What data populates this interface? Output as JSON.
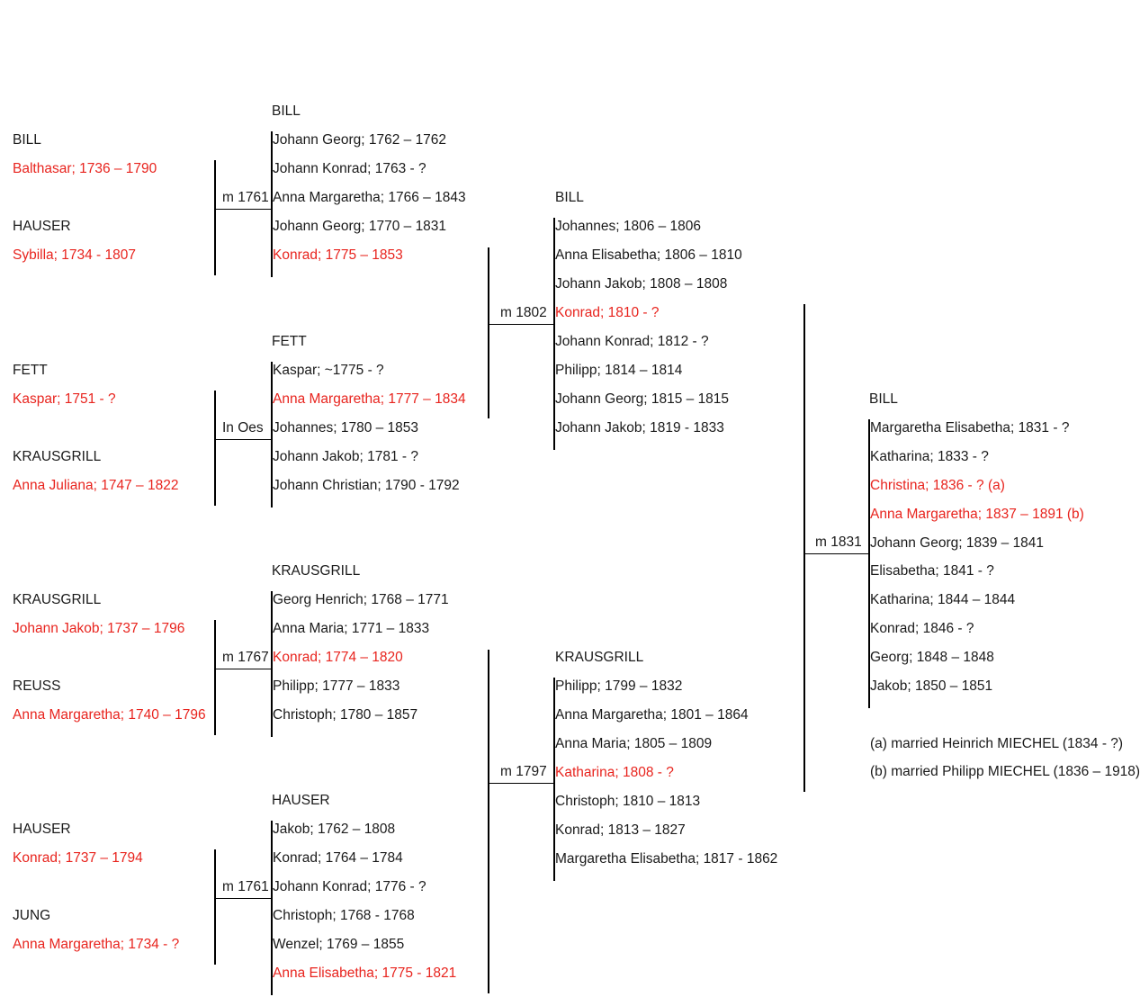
{
  "generation1": [
    {
      "father_family": "BILL",
      "father": "Balthasar; 1736 – 1790",
      "mother_family": "HAUSER",
      "mother": "Sybilla; 1734 - 1807",
      "marriage": "m 1761"
    },
    {
      "father_family": "FETT",
      "father": "Kaspar; 1751 - ?",
      "mother_family": "KRAUSGRILL",
      "mother": "Anna Juliana; 1747 – 1822",
      "marriage": "In Oes"
    },
    {
      "father_family": "KRAUSGRILL",
      "father": "Johann Jakob; 1737 – 1796",
      "mother_family": "REUSS",
      "mother": "Anna Margaretha; 1740 – 1796",
      "marriage": "m 1767"
    },
    {
      "father_family": "HAUSER",
      "father": "Konrad; 1737 – 1794",
      "mother_family": "JUNG",
      "mother": "Anna Margaretha; 1734 - ?",
      "marriage": "m 1761"
    }
  ],
  "generation2": [
    {
      "family": "BILL",
      "children": [
        "Johann Georg; 1762 – 1762",
        "Johann Konrad; 1763 - ?",
        "Anna Margaretha; 1766 – 1843",
        "Johann Georg; 1770 – 1831",
        "Konrad; 1775 – 1853"
      ],
      "highlight": [
        4
      ]
    },
    {
      "family": "FETT",
      "children": [
        "Kaspar; ~1775 - ?",
        "Anna Margaretha; 1777 – 1834",
        "Johannes; 1780 – 1853",
        "Johann Jakob; 1781 - ?",
        "Johann Christian; 1790 - 1792"
      ],
      "highlight": [
        1
      ]
    },
    {
      "family": "KRAUSGRILL",
      "children": [
        "Georg Henrich; 1768 – 1771",
        "Anna Maria; 1771 – 1833",
        "Konrad; 1774 – 1820",
        "Philipp; 1777 – 1833",
        "Christoph; 1780 – 1857"
      ],
      "highlight": [
        2
      ]
    },
    {
      "family": "HAUSER",
      "children": [
        "Jakob; 1762 – 1808",
        "Konrad; 1764 – 1784",
        "Johann Konrad; 1776 - ?",
        "Christoph; 1768 - 1768",
        "Wenzel; 1769 – 1855",
        "Anna Elisabetha; 1775 - 1821"
      ],
      "highlight": [
        5
      ]
    }
  ],
  "marriages2": [
    "m 1802",
    "m 1797"
  ],
  "generation3": [
    {
      "family": "BILL",
      "children": [
        "Johannes; 1806 – 1806",
        "Anna Elisabetha; 1806 – 1810",
        "Johann Jakob; 1808 – 1808",
        "Konrad; 1810 - ?",
        "Johann Konrad; 1812 - ?",
        "Philipp; 1814 – 1814",
        "Johann Georg; 1815 – 1815",
        "Johann Jakob; 1819 - 1833"
      ],
      "highlight": [
        3
      ]
    },
    {
      "family": "KRAUSGRILL",
      "children": [
        "Philipp; 1799 – 1832",
        "Anna Margaretha; 1801 – 1864",
        "Anna Maria; 1805 – 1809",
        "Katharina; 1808 - ?",
        "Christoph; 1810 – 1813",
        "Konrad; 1813 – 1827",
        "Margaretha Elisabetha; 1817 - 1862"
      ],
      "highlight": [
        3
      ]
    }
  ],
  "marriage3": "m 1831",
  "generation4": {
    "family": "BILL",
    "children": [
      "Margaretha Elisabetha; 1831 - ?",
      "Katharina; 1833 - ?",
      "Christina; 1836 - ? (a)",
      "Anna Margaretha; 1837 – 1891 (b)",
      "Johann Georg; 1839 – 1841",
      "Elisabetha; 1841 - ?",
      "Katharina; 1844 – 1844",
      "Konrad; 1846 - ?",
      "Georg; 1848 – 1848",
      "Jakob; 1850 – 1851"
    ],
    "highlight": [
      2,
      3
    ]
  },
  "notes": [
    "(a) married Heinrich MIECHEL (1834 - ?)",
    "(b) married Philipp MIECHEL (1836 – 1918)"
  ],
  "colors": {
    "ancestor": "#e8241e",
    "text": "#1a1a1a",
    "line": "#000000"
  }
}
